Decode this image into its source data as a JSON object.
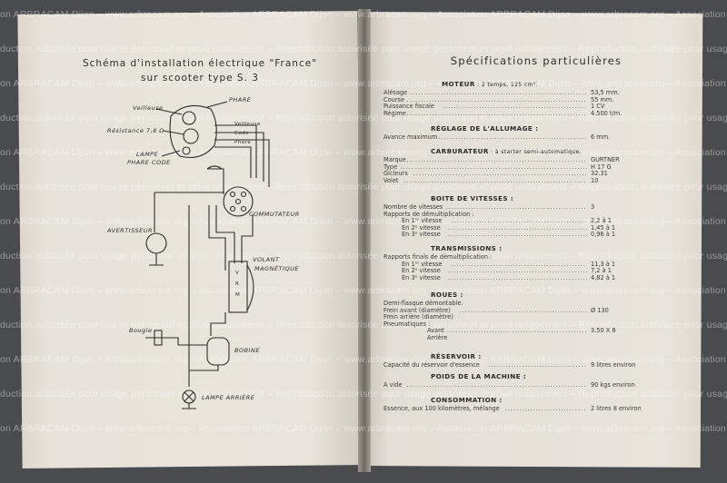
{
  "watermark": {
    "line_a": "on ARBRACAM Dijon – www.arbracam.org – Association ARBRACAM Dijon – www.arbracam.org – Association ARBRACAM Dijon – www.arbracam.org – Association ARBRACAM",
    "line_b": "duction autorisée pour usage personnel et privé uniquement – Reproduction autorisée pour usage personnel et privé uniquement – Reproduction autorisée pour usage"
  },
  "diagram": {
    "title_line1": "Schéma d'installation électrique \"France\"",
    "title_line2": "sur scooter type S. 3",
    "labels": {
      "veilleuse": "Veilleuse",
      "phare": "PHARE",
      "resistance": "Résistance 7,8 Ω",
      "veilleuse_small": "Veilleuse",
      "code_small": "Code",
      "phare_small": "Phare",
      "lampe_phare_code_1": "LAMPE",
      "lampe_phare_code_2": "PHARE CODE",
      "commutateur": "COMMUTATEUR",
      "avertisseur": "AVERTISSEUR",
      "volant_1": "VOLANT",
      "volant_2": "MAGNÉTIQUE",
      "v": "V",
      "r": "R",
      "m": "M",
      "bougie": "Bougie",
      "bobine": "BOBINE",
      "lampe_arriere": "LAMPE ARRIÈRE"
    }
  },
  "specs": {
    "title": "Spécifications particulières",
    "sections": [
      {
        "heading": "MOTEUR",
        "note": ": 2 temps, 125 cm³.",
        "rows": [
          {
            "label": "Alésage",
            "value": "53,5 mm."
          },
          {
            "label": "Course",
            "value": "55 mm."
          },
          {
            "label": "Puissance fiscale",
            "value": "1 CV"
          },
          {
            "label": "Régime",
            "value": "4.500 t/m."
          }
        ]
      },
      {
        "heading": "RÉGLAGE DE L'ALLUMAGE :",
        "note": "",
        "rows": [
          {
            "label": "Avance maximum",
            "value": "6 mm."
          }
        ]
      },
      {
        "heading": "CARBURATEUR",
        "note": ": à starter semi-automatique.",
        "rows": [
          {
            "label": "Marque",
            "value": "GURTNER"
          },
          {
            "label": "Type",
            "value": "H 17 G"
          },
          {
            "label": "Gicleurs",
            "value": "32.31"
          },
          {
            "label": "Volet",
            "value": "10"
          }
        ]
      },
      {
        "heading": "BOITE DE VITESSES :",
        "note": "",
        "rows": [
          {
            "label": "Nombre de vitesses",
            "value": "3"
          },
          {
            "label": "Rapports de démultiplication :",
            "value": ""
          },
          {
            "label": "En 1ʳᵉ vitesse",
            "value": "2,2 à 1",
            "indent": true
          },
          {
            "label": "En 2ᵉ vitesse",
            "value": "1,45 à 1",
            "indent": true
          },
          {
            "label": "En 3ᵉ vitesse",
            "value": "0,96 à 1",
            "indent": true
          }
        ]
      },
      {
        "heading": "TRANSMISSIONS :",
        "note": "",
        "rows": [
          {
            "label": "Rapports finals de démultiplication :",
            "value": ""
          },
          {
            "label": "En 1ʳᵉ vitesse",
            "value": "11,3 à 1",
            "indent": true
          },
          {
            "label": "En 2ᵉ vitesse",
            "value": "7,2 à 1",
            "indent": true
          },
          {
            "label": "En 3ᵉ vitesse",
            "value": "4,82 à 1",
            "indent": true
          }
        ]
      },
      {
        "heading": "ROUES :",
        "note": "",
        "rows": [
          {
            "label": "Demi-flasque démontable.",
            "value": ""
          },
          {
            "label": "Frein avant (diamètre)",
            "value": "Ø 130"
          },
          {
            "label": "Frein arrière (diamètre)",
            "value": ""
          },
          {
            "label": "Pneumatiques :",
            "value": ""
          },
          {
            "label": "Avant",
            "value": "3.50 X 8",
            "indent2": true
          },
          {
            "label": "Arrière",
            "value": "",
            "indent2": true
          }
        ]
      },
      {
        "heading": "RÉSERVOIR :",
        "note": "",
        "rows": [
          {
            "label": "Capacité du réservoir d'essence",
            "value": "9 litres environ"
          }
        ]
      },
      {
        "heading": "POIDS DE LA MACHINE :",
        "note": "",
        "rows": [
          {
            "label": "A vide",
            "value": "90 kgs environ"
          }
        ]
      },
      {
        "heading": "CONSOMMATION :",
        "note": "",
        "rows": [
          {
            "label": "Essence, aux 100 kilomètres, mélange",
            "value": "2 litres 8 environ"
          }
        ]
      }
    ]
  }
}
